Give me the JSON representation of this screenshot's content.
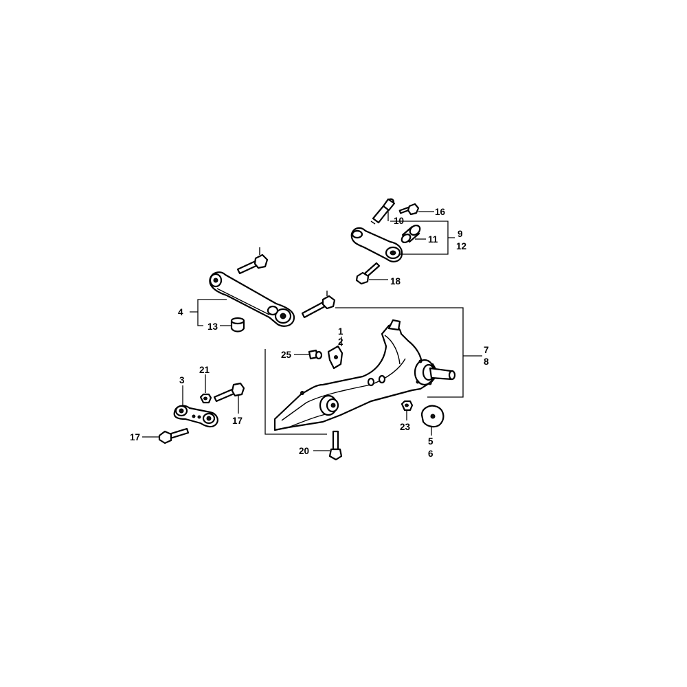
{
  "diagram": {
    "callouts": {
      "c1": "1",
      "c2": "2",
      "c3": "3",
      "c4": "4",
      "c5": "5",
      "c6": "6",
      "c7": "7",
      "c8": "8",
      "c9": "9",
      "c10": "10",
      "c11": "11",
      "c12": "12",
      "c13": "13",
      "c16": "16",
      "c17a": "17",
      "c17b": "17",
      "c18": "18",
      "c20": "20",
      "c21": "21",
      "c23": "23",
      "c25": "25"
    }
  }
}
